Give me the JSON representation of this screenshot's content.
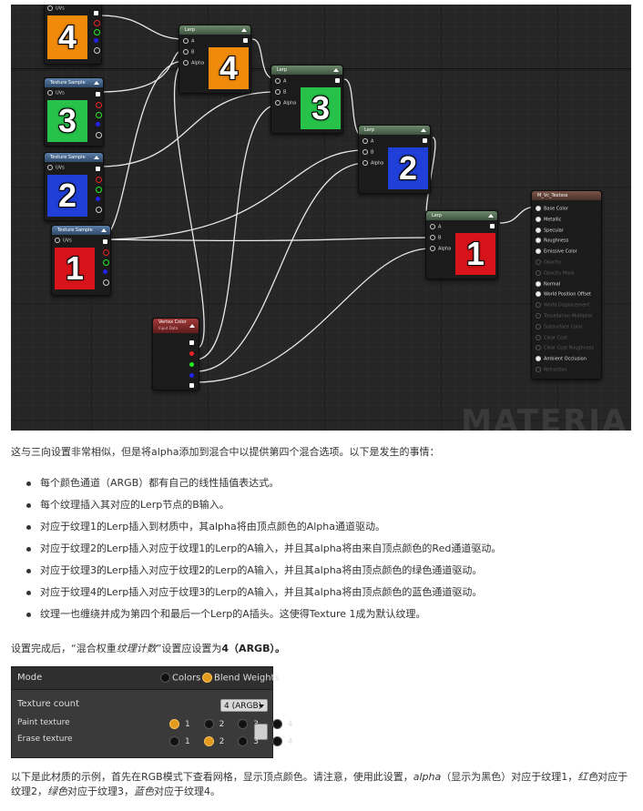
{
  "graph": {
    "watermark": "MATERIAL",
    "lerp_title": "Lerp",
    "lerp_pins": [
      "A",
      "B",
      "Alpha"
    ],
    "texture_title": "Texture Sample",
    "uvs_label": "UVs",
    "thumb_numbers": [
      "4",
      "4",
      "3",
      "3",
      "2",
      "2",
      "1",
      "1"
    ],
    "vertex_color": {
      "title": "Vertex Color",
      "subtitle": "Input Data"
    },
    "result": {
      "title": "M_Vc_Textsss",
      "inputs": [
        "Base Color",
        "Metallic",
        "Specular",
        "Roughness",
        "Emissive Color",
        "Opacity",
        "Opacity Mask",
        "Normal",
        "World Position Offset",
        "World Displacement",
        "Tessellation Multiplier",
        "Subsurface Color",
        "Clear Coat",
        "Clear Coat Roughness",
        "Ambient Occlusion",
        "Refraction"
      ],
      "enabled": [
        true,
        true,
        true,
        true,
        true,
        false,
        false,
        true,
        true,
        false,
        false,
        false,
        false,
        false,
        true,
        false
      ]
    },
    "colors": {
      "orange": "#f08a0a",
      "green": "#26c24a",
      "blue": "#1f3fd8",
      "red": "#d8131a"
    }
  },
  "intro": "这与三向设置非常相似，但是将alpha添加到混合中以提供第四个混合选项。以下是发生的事情：",
  "bullets": [
    "每个颜色通道（ARGB）都有自己的线性插值表达式。",
    "每个纹理插入其对应的Lerp节点的B输入。",
    "对应于纹理1的Lerp插入到材质中，其alpha将由顶点颜色的Alpha通道驱动。",
    "对应于纹理2的Lerp插入对应于纹理1的Lerp的A输入，并且其alpha将由来自顶点颜色的Red通道驱动。",
    "对应于纹理3的Lerp插入对应于纹理2的Lerp的A输入，并且其alpha将由顶点颜色的绿色通道驱动。",
    "对应于纹理4的Lerp插入对应于纹理3的Lerp的A输入，并且其alpha将由顶点颜色的蓝色通道驱动。",
    "纹理一也缠绕并成为第四个和最后一个Lerp的A插头。这使得Texture 1成为默认纹理。"
  ],
  "setup": {
    "before": "设置完成后，“混合权重",
    "em": "纹理计数",
    "middle": "”设置应设置为",
    "value": "4（ARGB）",
    "after": "。"
  },
  "panel": {
    "mode_label": "Mode",
    "mode_options": [
      "Colors",
      "Blend Weights"
    ],
    "mode_selected": "Blend Weights",
    "texture_count_label": "Texture count",
    "texture_count_value": "4 (ARGB)",
    "paint_label": "Paint texture",
    "erase_label": "Erase texture",
    "numbers": [
      "1",
      "2",
      "3",
      "4"
    ],
    "paint_selected": "1",
    "erase_selected": "2"
  },
  "outro": {
    "t1": "以下是此材质的示例，首先在RGB模式下查看网格，显示顶点颜色。请注意，使用此设置，",
    "alpha": "alpha",
    "t2": "（显示为黑色）对应于纹理1，",
    "red": "红色",
    "t3": "对应于纹理2，",
    "green": "绿色",
    "t4": "对应于纹理3，",
    "blue": "蓝色",
    "t5": "对应于纹理4。"
  }
}
